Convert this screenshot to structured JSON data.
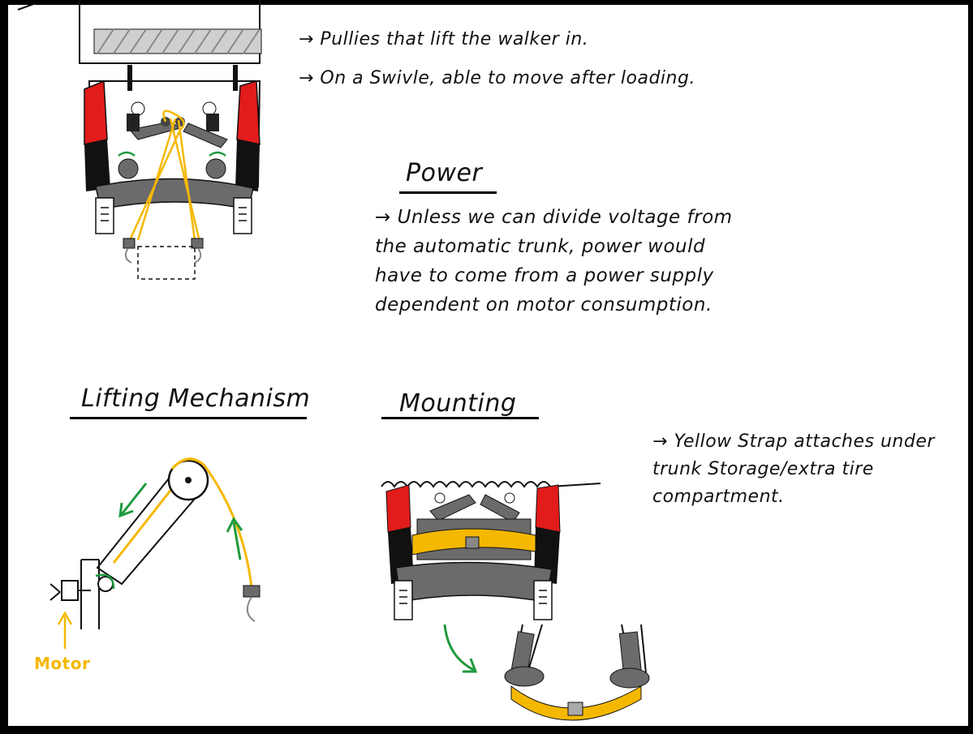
{
  "top_notes": {
    "bullet1": "→ Pullies that lift the walker in.",
    "bullet2": "→ On a Swivle, able to move after loading."
  },
  "power": {
    "heading": "Power",
    "text": "→ Unless we can divide voltage from the automatic trunk, power would have to come from a power supply dependent on motor consumption."
  },
  "lifting": {
    "heading": "Lifting Mechanism",
    "motor_label": "Motor"
  },
  "mounting": {
    "heading": "Mounting",
    "note": "→ Yellow Strap attaches under trunk Storage/extra tire compartment."
  },
  "colors": {
    "strap": "#f5b800",
    "arrow": "#1f9a3c",
    "taillight": "#e21b1b",
    "metal": "#6b6b6b",
    "black": "#111111"
  }
}
